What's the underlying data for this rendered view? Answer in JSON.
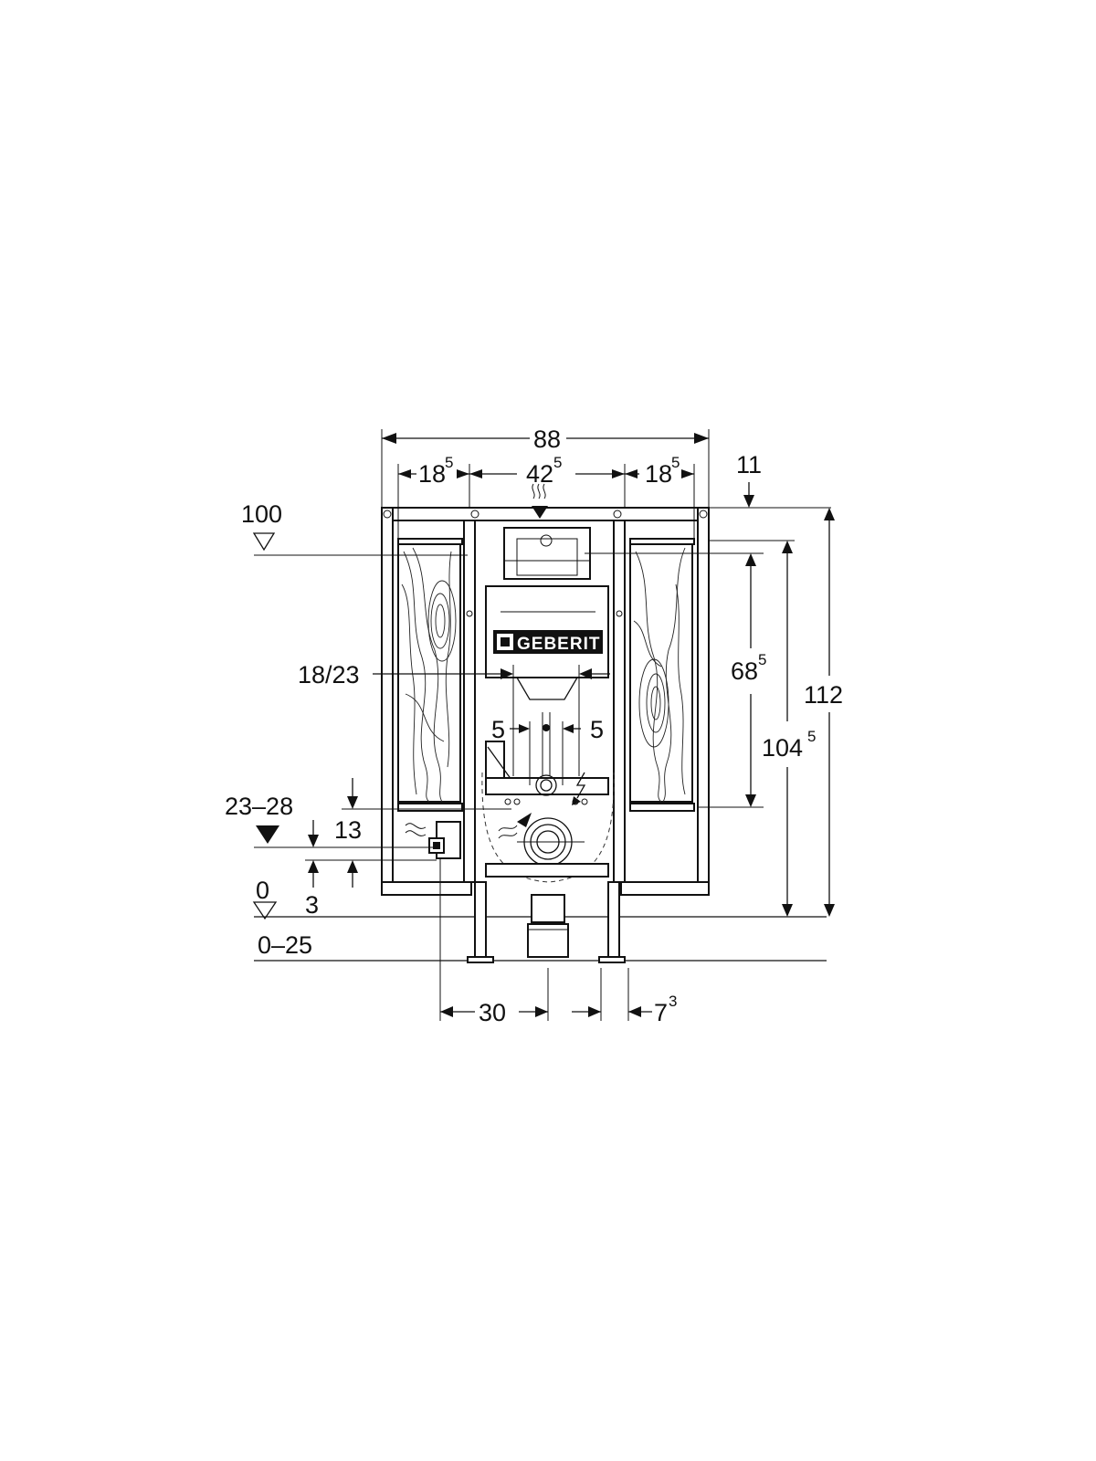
{
  "dimensions": {
    "total_width": "88",
    "side_left": {
      "base": "18",
      "sup": "5"
    },
    "center_width": {
      "base": "42",
      "sup": "5"
    },
    "side_right": {
      "base": "18",
      "sup": "5"
    },
    "top_offset": "11",
    "level_top": "100",
    "pipe_spacing": "18/23",
    "left_offset": "5",
    "right_offset": "5",
    "height_685": {
      "base": "68",
      "sup": "5"
    },
    "height_1045": {
      "base": "104",
      "sup": "5"
    },
    "total_height": "112",
    "range_2328": "23–28",
    "dim_13": "13",
    "dim_3": "3",
    "floor_level": "0",
    "floor_range": "0–25",
    "bottom_30": "30",
    "bottom_73": {
      "base": "7",
      "sup": "3"
    }
  },
  "brand": "GEBERIT",
  "icons": {
    "water_supply": "water-supply-icon",
    "power": "electric-icon",
    "level_marker": "level-triangle-icon"
  }
}
